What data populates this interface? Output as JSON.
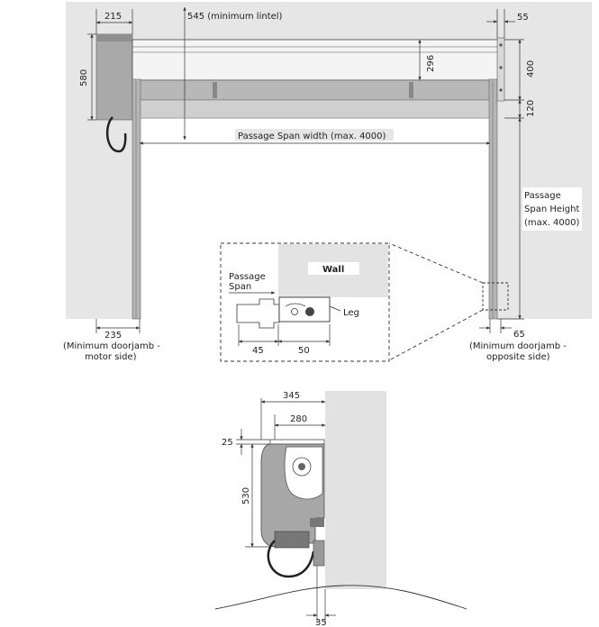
{
  "colors": {
    "wall": "#e6e6e6",
    "metal": "#a9a9a9",
    "metal_dark": "#7d7d7d",
    "line": "#333333",
    "white": "#ffffff"
  },
  "top_view": {
    "dim_215": "215",
    "dim_545": "545 (minimum lintel)",
    "dim_55": "55",
    "dim_580": "580",
    "dim_296": "296",
    "dim_400": "400",
    "dim_120": "120",
    "passage_span_width": "Passage Span width (max. 4000)",
    "passage_height_1": "Passage",
    "passage_height_2": "Span Height",
    "passage_height_3": "(max. 4000)",
    "dim_235": "235",
    "dim_65": "65",
    "left_note_1": "(Minimum doorjamb -",
    "left_note_2": "motor side)",
    "right_note_1": "(Minimum doorjamb -",
    "right_note_2": "opposite side)"
  },
  "detail": {
    "wall_label": "Wall",
    "passage_1": "Passage",
    "passage_2": "Span",
    "leg_label": "Leg",
    "dim_45": "45",
    "dim_50": "50"
  },
  "side_view": {
    "dim_345": "345",
    "dim_280": "280",
    "dim_25": "25",
    "dim_530": "530",
    "dim_35": "35"
  }
}
